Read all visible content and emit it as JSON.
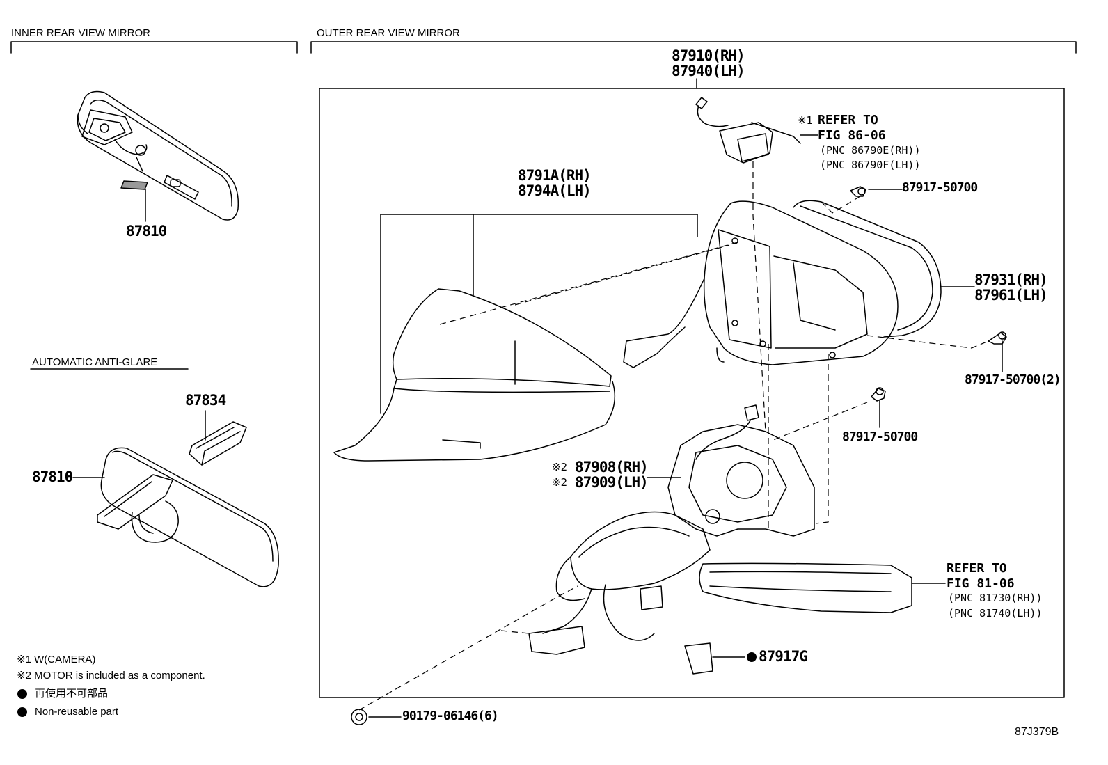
{
  "sections": {
    "inner": "INNER REAR VIEW MIRROR",
    "outer": "OUTER REAR VIEW MIRROR",
    "anti_glare": "AUTOMATIC ANTI-GLARE"
  },
  "parts": {
    "inner_mirror_top": "87810",
    "anti_glare_cover": "87834",
    "inner_mirror_antiglare": "87810",
    "outer_assy_rh": "87910(RH)",
    "outer_assy_lh": "87940(LH)",
    "cover_rh": "8791A(RH)",
    "cover_lh": "8794A(LH)",
    "mirror_rh": "87931(RH)",
    "mirror_lh": "87961(LH)",
    "screw_a": "87917-50700",
    "screw_b": "87917-50700(2)",
    "screw_c": "87917-50700",
    "motor_rh": "87908(RH)",
    "motor_lh": "87909(LH)",
    "pad": "87917G",
    "clip": "90179-06146(6)"
  },
  "references": {
    "camera_mark": "※1",
    "camera_refer": "REFER TO",
    "camera_fig": "FIG 86-06",
    "camera_pnc_rh": "(PNC 86790E(RH))",
    "camera_pnc_lh": "(PNC 86790F(LH))",
    "motor_mark": "※2",
    "lamp_refer": "REFER TO",
    "lamp_fig": "FIG 81-06",
    "lamp_pnc_rh": "(PNC 81730(RH))",
    "lamp_pnc_lh": "(PNC 81740(LH))"
  },
  "legend": {
    "note1": "※1 W(CAMERA)",
    "note2": "※2 MOTOR is included as a component.",
    "dot_jp": "再使用不可部品",
    "dot_en": "Non-reusable part"
  },
  "diagram_code": "87J379B"
}
